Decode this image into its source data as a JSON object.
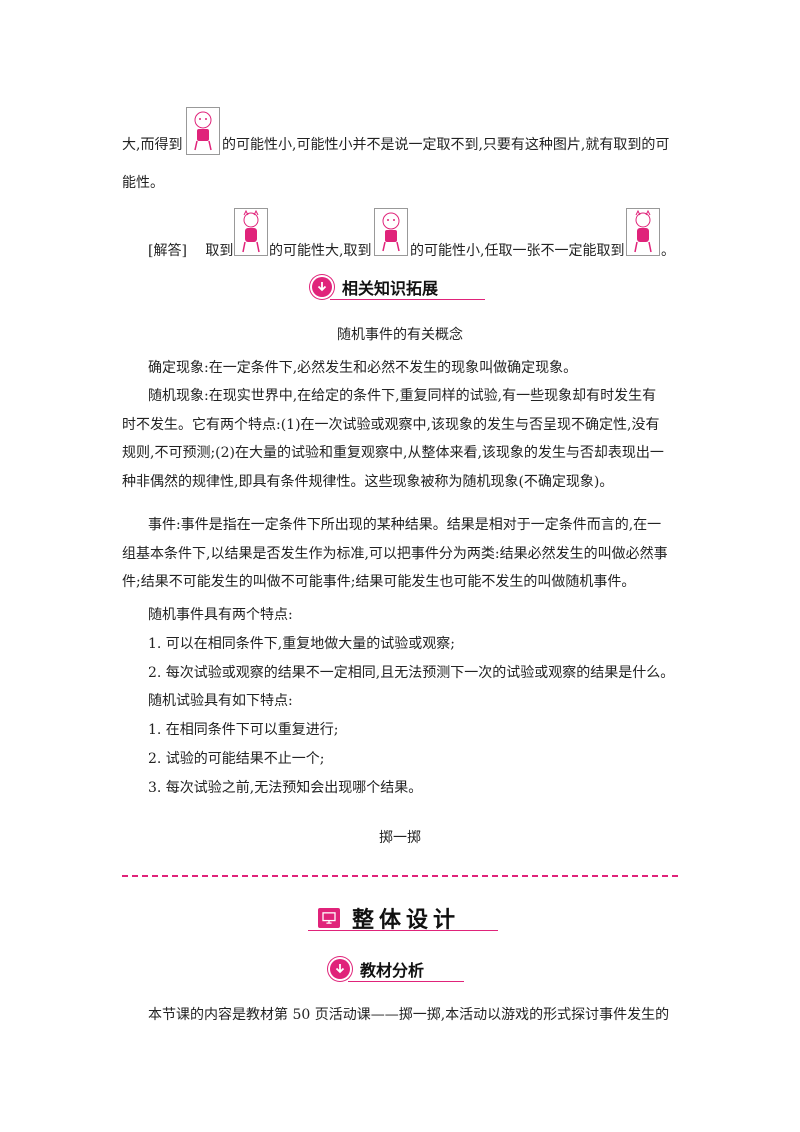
{
  "paragraph_top": {
    "line1_a": "大,而得到",
    "line1_b": "的可能性小,可能性小并不是说一定取不到,只要有这种图片,就有取到的可",
    "line2": "能性。"
  },
  "answer": {
    "label": "[解答]",
    "t1": "取到",
    "t2": "的可能性大,取到",
    "t3": "的可能性小,任取一张不一定能取到",
    "t4": "。"
  },
  "section1": {
    "heading": "相关知识拓展",
    "subtitle": "随机事件的有关概念",
    "lines": [
      "确定现象:在一定条件下,必然发生和必然不发生的现象叫做确定现象。",
      "随机现象:在现实世界中,在给定的条件下,重复同样的试验,有一些现象却有时发生有",
      "时不发生。它有两个特点:(1)在一次试验或观察中,该现象的发生与否呈现不确定性,没有",
      "规则,不可预测;(2)在大量的试验和重复观察中,从整体来看,该现象的发生与否却表现出一",
      "种非偶然的规律性,即具有条件规律性。这些现象被称为随机现象(不确定现象)。",
      "事件:事件是指在一定条件下所出现的某种结果。结果是相对于一定条件而言的,在一",
      "组基本条件下,以结果是否发生作为标准,可以把事件分为两类:结果必然发生的叫做必然事",
      "件;结果不可能发生的叫做不可能事件;结果可能发生也可能不发生的叫做随机事件。",
      "随机事件具有两个特点:",
      "1. 可以在相同条件下,重复地做大量的试验或观察;",
      "2. 每次试验或观察的结果不一定相同,且无法预测下一次的试验或观察的结果是什么。",
      "随机试验具有如下特点:",
      "1. 在相同条件下可以重复进行;",
      "2. 试验的可能结果不止一个;",
      "3. 每次试验之前,无法预知会出现哪个结果。"
    ]
  },
  "lesson_title": "掷一掷",
  "section2": {
    "heading": "整体设计"
  },
  "section3": {
    "heading": "教材分析",
    "line": "本节课的内容是教材第 50 页活动课——掷一掷,本活动以游戏的形式探讨事件发生的"
  },
  "colors": {
    "accent": "#e0237a"
  }
}
